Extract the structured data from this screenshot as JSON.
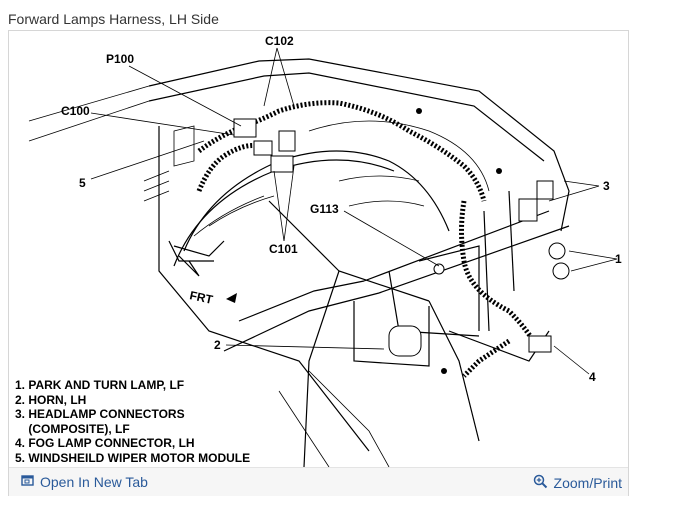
{
  "page": {
    "title": "Forward Lamps Harness, LH Side"
  },
  "callouts": {
    "c102": "C102",
    "p100": "P100",
    "c100": "C100",
    "five": "5",
    "three": "3",
    "g113": "G113",
    "c101": "C101",
    "one": "1",
    "frt": "FRT",
    "two": "2",
    "four": "4"
  },
  "legend": [
    "1. PARK AND TURN LAMP, LF",
    "2. HORN, LH",
    "3. HEADLAMP CONNECTORS",
    "    (COMPOSITE), LF",
    "4. FOG LAMP CONNECTOR, LH",
    "5. WINDSHEILD WIPER MOTOR MODULE"
  ],
  "toolbar": {
    "open_new_tab": "Open In New Tab",
    "zoom_print": "Zoom/Print",
    "open_icon": "external-tab-icon",
    "zoom_icon": "magnifier-plus-icon",
    "link_color": "#2a5a9a"
  }
}
